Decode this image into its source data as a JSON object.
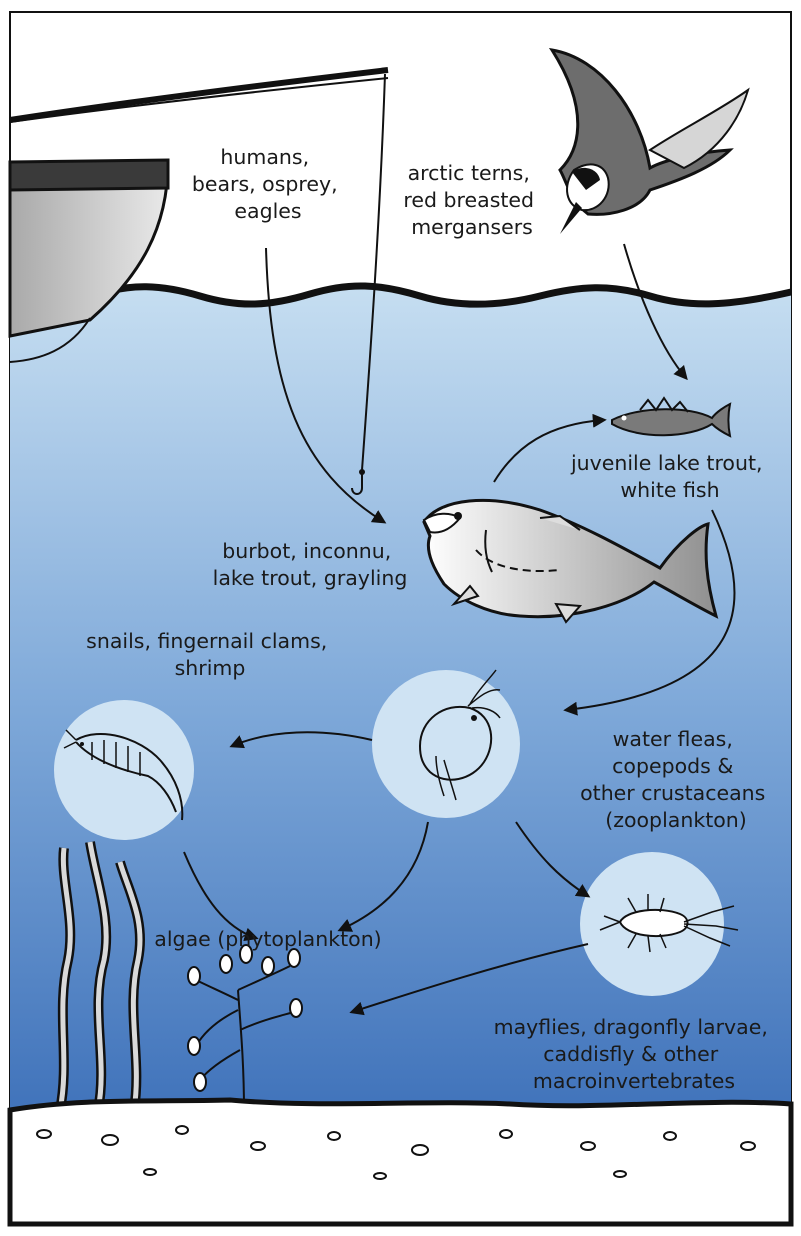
{
  "colors": {
    "water_top": "#c6def1",
    "water_bottom": "#3f72ba",
    "circle_fill": "#cfe3f3",
    "outline": "#111111",
    "bird_wing": "#6d6d6d",
    "hull_grey": "#c8c8c8"
  },
  "nodes": {
    "humans": [
      "humans,",
      "bears, osprey,",
      "eagles"
    ],
    "terns": [
      "arctic terns,",
      "red breasted",
      "mergansers"
    ],
    "juvenile": [
      "juvenile lake trout,",
      "white fish"
    ],
    "predatory_fish": [
      "burbot, inconnu,",
      "lake trout, grayling"
    ],
    "snails": [
      "snails, fingernail clams,",
      "shrimp"
    ],
    "zooplankton": [
      "water fleas,",
      "copepods &",
      "other crustaceans",
      "(zooplankton)"
    ],
    "algae": [
      "algae (phytoplankton)"
    ],
    "macroinvertebrates": [
      "mayflies, dragonfly larvae,",
      "caddisfly & other",
      "macroinvertebrates"
    ]
  },
  "icons": {
    "boat": "boat-icon",
    "hook": "fishing-hook-icon",
    "bird": "tern-icon",
    "small_fish": "small-fish-icon",
    "large_fish": "lake-trout-icon",
    "shrimp": "shrimp-icon",
    "water_flea": "water-flea-icon",
    "mayfly": "mayfly-larva-icon",
    "seaweed": "seaweed-icon",
    "algae": "algae-icon"
  }
}
